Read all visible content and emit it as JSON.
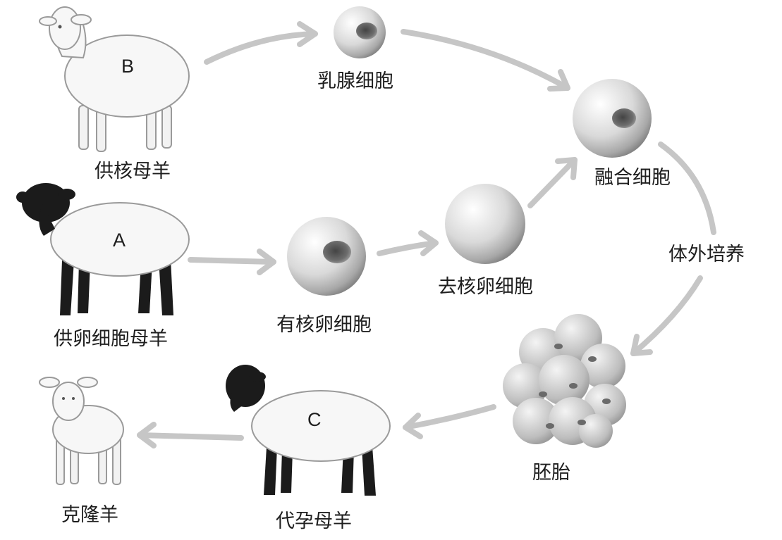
{
  "labels": {
    "donor_nucleus_ewe": "供核母羊",
    "egg_donor_ewe": "供卵细胞母羊",
    "mammary_cell": "乳腺细胞",
    "nucleated_egg": "有核卵细胞",
    "enucleated_egg": "去核卵细胞",
    "fused_cell": "融合细胞",
    "in_vitro_culture": "体外培养",
    "embryo": "胚胎",
    "surrogate_ewe": "代孕母羊",
    "cloned_sheep": "克隆羊"
  },
  "letters": {
    "sheep_b": "B",
    "sheep_a": "A",
    "sheep_c": "C"
  },
  "colors": {
    "arrow": "#c6c6c6",
    "dark_wool": "#1b1b1b"
  }
}
